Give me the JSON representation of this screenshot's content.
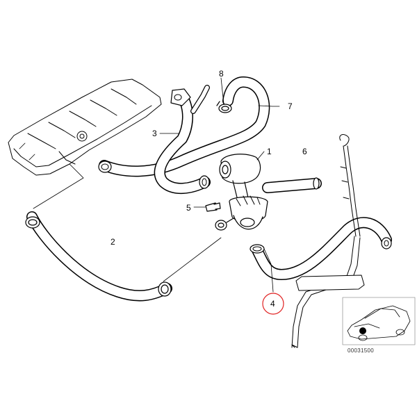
{
  "callouts": {
    "c1": "1",
    "c2": "2",
    "c3": "3",
    "c4": "4",
    "c5": "5",
    "c6": "6",
    "c7": "7",
    "c8": "8"
  },
  "highlight_color": "#e02020",
  "line_color": "#000000",
  "diagram_id": "00031500"
}
